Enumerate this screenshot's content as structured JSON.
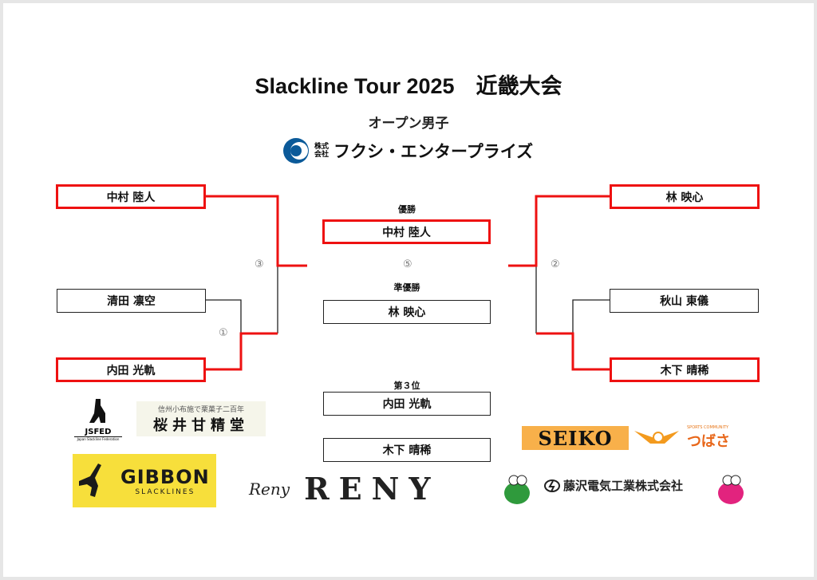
{
  "title": "Slackline Tour 2025　近畿大会",
  "category": "オープン男子",
  "main_sponsor": {
    "prefix": "株式\n会社",
    "name": "フクシ・エンタープライズ"
  },
  "left": [
    {
      "name": "中村 陸人",
      "winner": true
    },
    {
      "name": "清田 凛空",
      "winner": false
    },
    {
      "name": "内田 光軌",
      "winner": true
    }
  ],
  "right": [
    {
      "name": "林 映心",
      "winner": true
    },
    {
      "name": "秋山 東儀",
      "winner": false
    },
    {
      "name": "木下 晴稀",
      "winner": true
    }
  ],
  "match_numbers": {
    "m1": "①",
    "m2": "②",
    "m3": "③",
    "m5": "⑤"
  },
  "results": {
    "champion_label": "優勝",
    "champion": "中村 陸人",
    "runner_up_label": "準優勝",
    "runner_up": "林 映心",
    "third_label": "第３位",
    "third": [
      "内田 光軌",
      "木下 晴稀"
    ]
  },
  "sponsors": {
    "jsfed": "JSFED",
    "jsfed_sub": "Japan Slackline Federation",
    "sakurai_top": "信州小布施で栗菓子二百年",
    "sakurai": "桜井甘精堂",
    "gibbon": "GIBBON",
    "gibbon_sub": "SLACKLINES",
    "reny_script": "Reny",
    "reny": "RENY",
    "seiko": "SEIKO",
    "tsubasa_top": "SPORTS COMMUNITY",
    "tsubasa": "つばさ",
    "fujisawa": "藤沢電気工業株式会社"
  },
  "colors": {
    "winner": "#ee1111",
    "accent_blue": "#0b5a99"
  }
}
